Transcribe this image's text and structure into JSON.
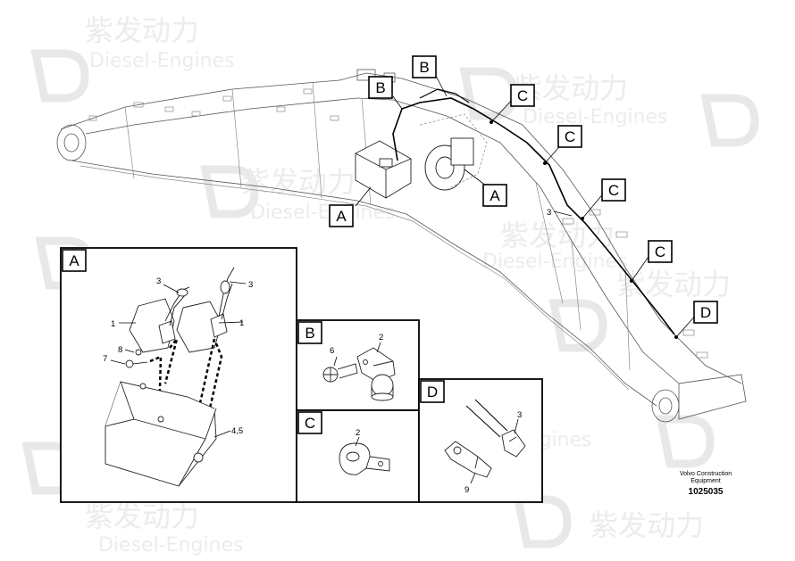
{
  "watermark": {
    "brand_cn": "紫发动力",
    "brand_en": "Diesel-Engines"
  },
  "callouts": {
    "A_main": "A",
    "A_main2": "A",
    "B_top": "B",
    "B_second": "B",
    "C_1": "C",
    "C_2": "C",
    "C_3": "C",
    "C_4": "C",
    "D_main": "D"
  },
  "boom_labels": {
    "item_3": "3"
  },
  "detail_A": {
    "title": "A",
    "labels": {
      "l3a": "3",
      "l3b": "3",
      "l1a": "1",
      "l1b": "1",
      "l8": "8",
      "l7": "7",
      "l45": "4,5"
    }
  },
  "detail_B": {
    "title": "B",
    "labels": {
      "l6": "6",
      "l2": "2"
    }
  },
  "detail_C": {
    "title": "C",
    "labels": {
      "l2": "2"
    }
  },
  "detail_D": {
    "title": "D",
    "labels": {
      "l3": "3",
      "l9": "9"
    }
  },
  "footer": {
    "company_line1": "Volvo Construction",
    "company_line2": "Equipment",
    "drawing_number": "1025035"
  }
}
